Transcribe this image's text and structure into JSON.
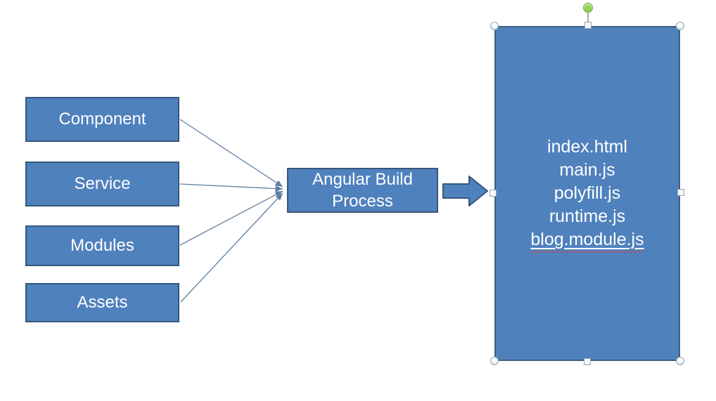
{
  "slide": {
    "source_boxes": [
      "Component",
      "Service",
      "Modules",
      "Assets"
    ],
    "process_box": {
      "line1": "Angular Build",
      "line2": "Process"
    },
    "output_box": {
      "files": [
        "index.html",
        "main.js",
        "polyfill.js",
        "runtime.js",
        "blog.module.js"
      ],
      "underlined_file": "blog.module.js"
    },
    "colors": {
      "shape_fill": "#4f81bd",
      "shape_border": "#36577c",
      "connector": "#5f7da3",
      "shape_text": "#ffffff",
      "rotation_handle": "#92d050",
      "spellcheck_underline": "#c24a52",
      "background": "#ffffff"
    }
  }
}
